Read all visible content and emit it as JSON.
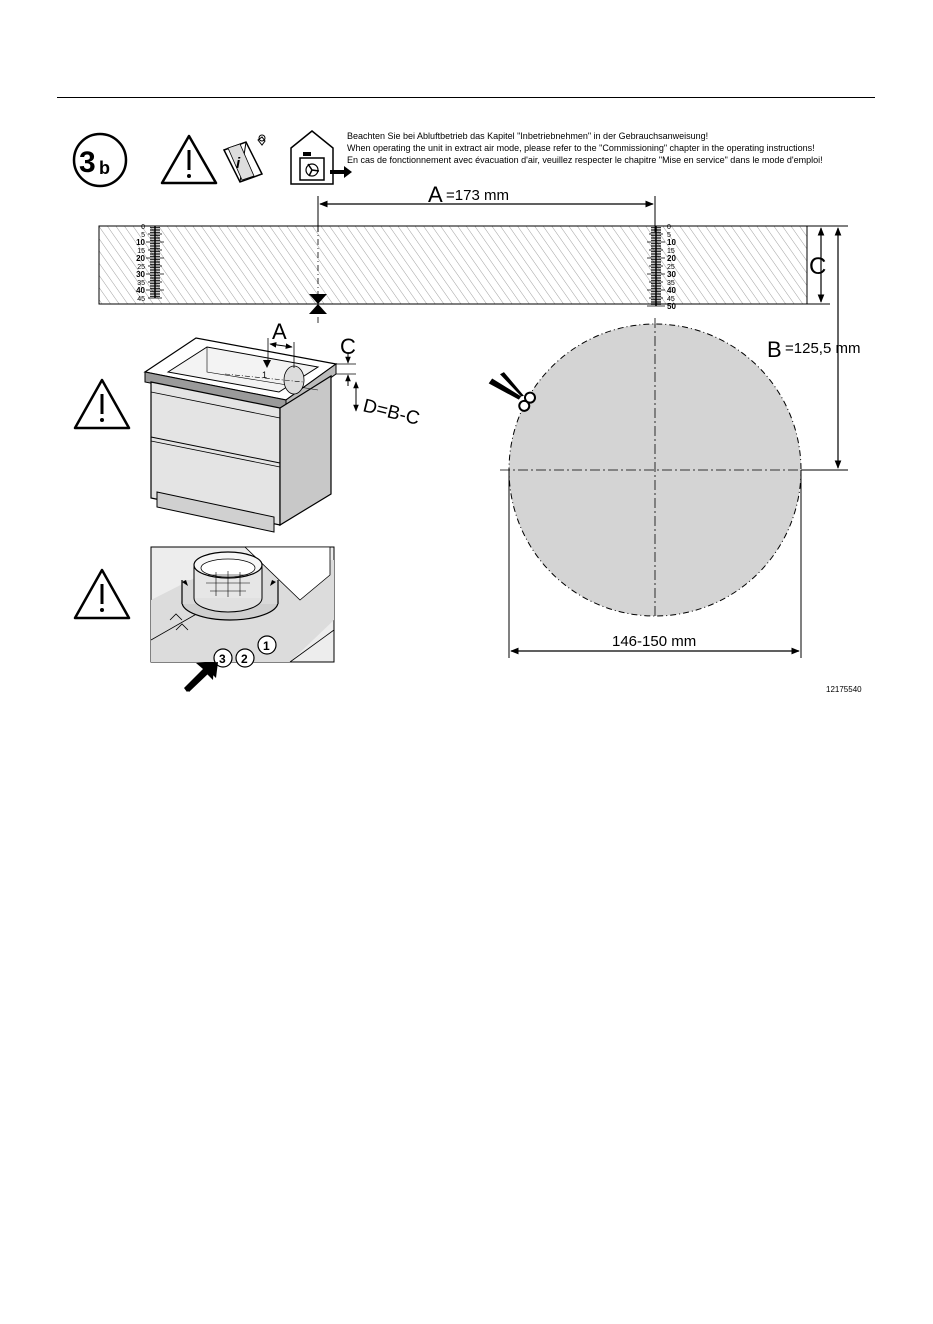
{
  "step": {
    "number": "3",
    "suffix": "b"
  },
  "notice": {
    "de": "Beachten Sie bei Abluftbetrieb das Kapitel \"Inbetriebnehmen\" in der Gebrauchsanweisung!",
    "en": "When operating the unit in extract air mode, please refer to the \"Commissioning\" chapter in the operating instructions!",
    "fr": "En cas de fonctionnement avec évacuation d'air, veuillez respecter le chapitre \"Mise en service\" dans le mode d'emploi!"
  },
  "template": {
    "dim_a_letter": "A",
    "dim_a_value": "=173 mm",
    "dim_b_letter": "B",
    "dim_b_value": "=125,5 mm",
    "dim_c_letter": "C",
    "diameter_label": "146-150 mm",
    "scale_left_ticks": [
      "0",
      "5",
      "10",
      "15",
      "20",
      "25",
      "30",
      "35",
      "40",
      "45"
    ],
    "scale_right_ticks": [
      "0",
      "5",
      "10",
      "15",
      "20",
      "25",
      "30",
      "35",
      "40",
      "45",
      "50"
    ]
  },
  "cabinet": {
    "dim_a": "A",
    "dim_c": "C",
    "dim_d_formula": "D=B-C"
  },
  "detail": {
    "callouts": [
      "1",
      "2",
      "3"
    ]
  },
  "figure_id": "12175540"
}
